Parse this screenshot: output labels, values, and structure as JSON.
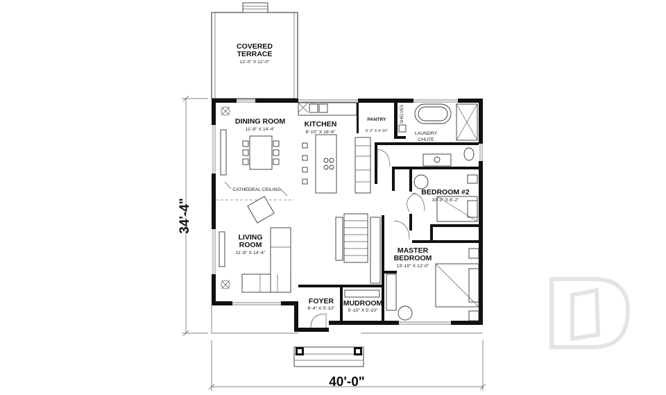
{
  "rooms": {
    "covered_terrace": {
      "name_line1": "COVERED",
      "name_line2": "TERRACE",
      "dims": "12'-0\" X 12'-0\""
    },
    "dining_room": {
      "name": "DINING ROOM",
      "dims": "11'-8\" X 14'-4\""
    },
    "kitchen": {
      "name": "KITCHEN",
      "dims": "8'-10\" X 16'-6\""
    },
    "pantry": {
      "name": "PANTRY",
      "dims": "5'-2\" X 4'-10\""
    },
    "living_room": {
      "name_line1": "LIVING",
      "name_line2": "ROOM",
      "dims": "11'-8\" X 14'-4\""
    },
    "bedroom2": {
      "name": "BEDROOM #2",
      "dims": "10'-2\" X 8'-2\""
    },
    "master_bedroom": {
      "name_line1": "MASTER",
      "name_line2": "BEDROOM",
      "dims": "13'-10\" X 12'-0\""
    },
    "foyer": {
      "name": "FOYER",
      "dims": "6'-4\" X 5'-10\""
    },
    "mudroom": {
      "name": "MUDROOM",
      "dims": "5'-10\" X 5'-10\""
    }
  },
  "notes": {
    "cathedral_ceiling": "CATHEDRAL CEILING",
    "laundry_line1": "LAUNDRY",
    "laundry_line2": "CHUTE",
    "shelves": "SHELVES"
  },
  "dimensions": {
    "width": "40'-0\"",
    "depth": "34'-4\""
  },
  "colors": {
    "wall": "#111111",
    "watermark": "#e4e4e4"
  }
}
